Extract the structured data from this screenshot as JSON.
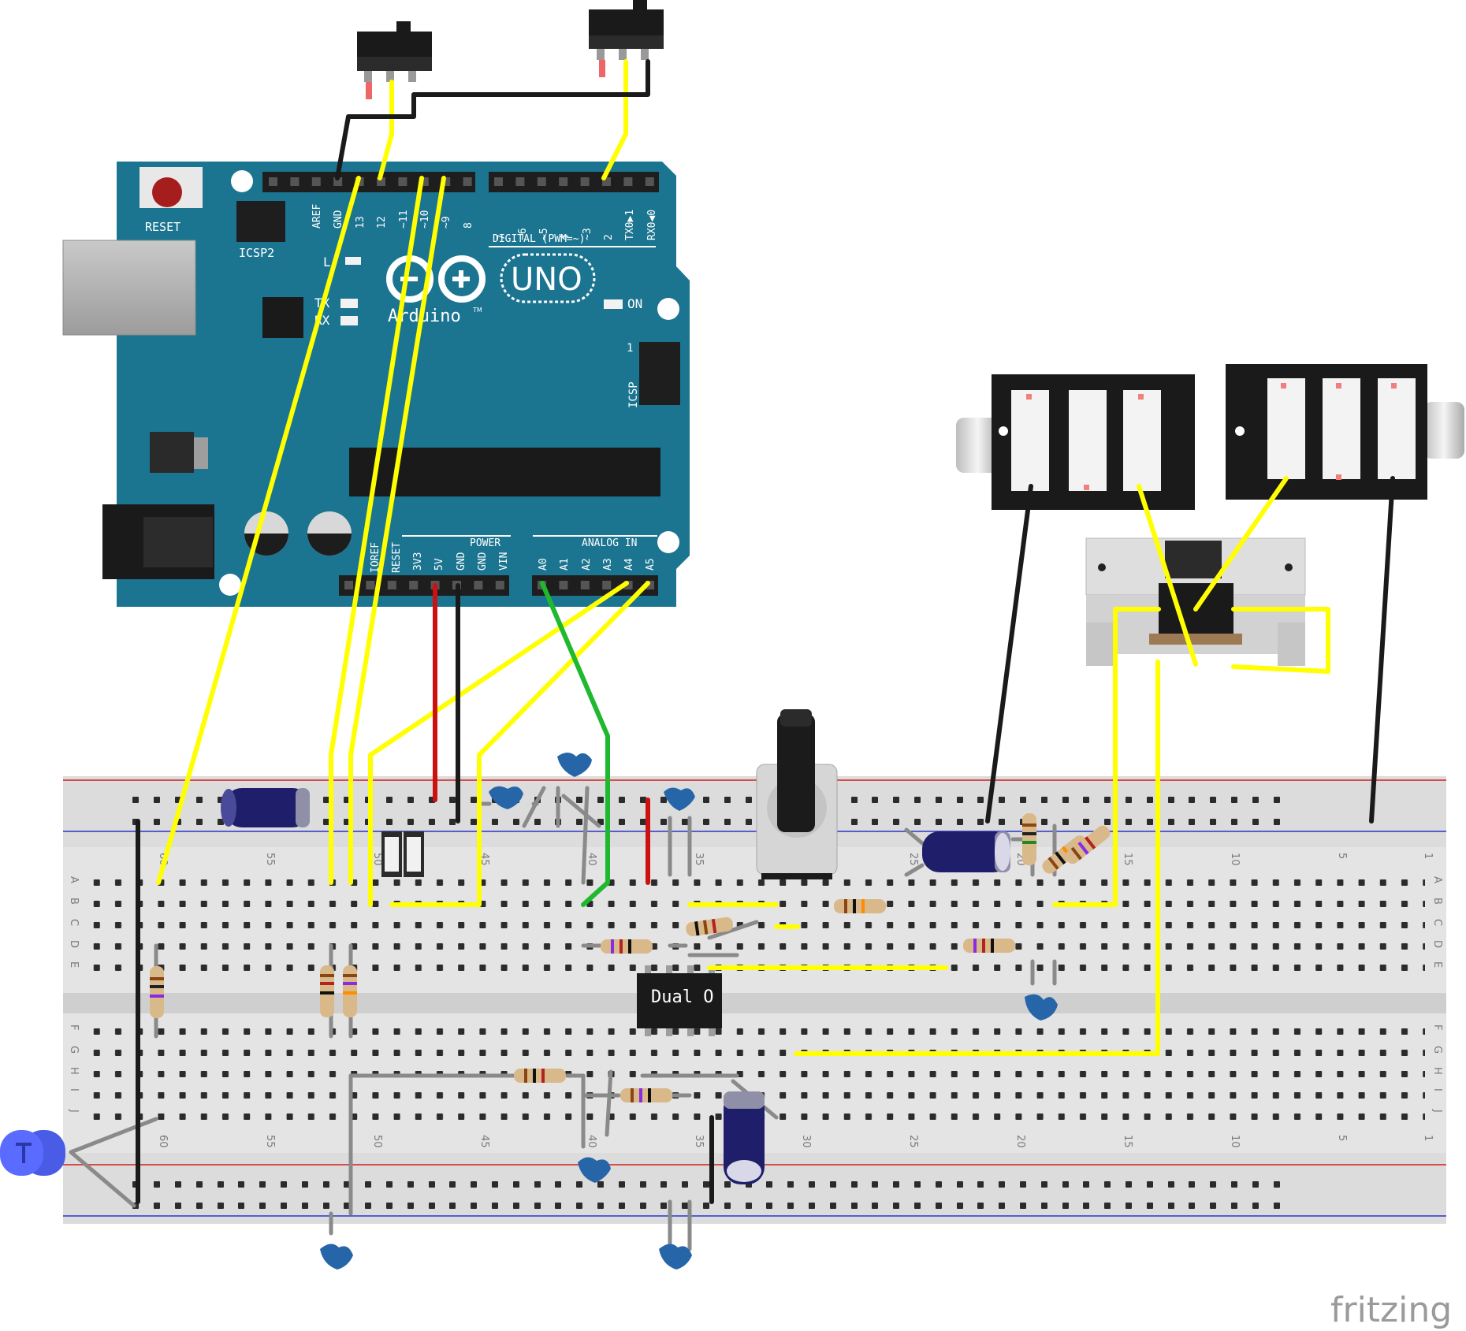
{
  "board": {
    "reset_label": "RESET",
    "icsp2_label": "ICSP2",
    "icsp_label": "ICSP",
    "icsp_pin1": "1",
    "digital_pins": [
      "AREF",
      "GND",
      "13",
      "12",
      "~11",
      "~10",
      "~9",
      "8",
      "7",
      "~6",
      "~5",
      "4",
      "~3",
      "2",
      "TX0▶1",
      "RX0◀0"
    ],
    "digital_label": "DIGITAL (PWM=~)",
    "led_l": "L",
    "led_tx": "TX",
    "led_rx": "RX",
    "on_label": "ON",
    "brand": "Arduino",
    "brand_tm": "TM",
    "model": "UNO",
    "power_label": "POWER",
    "power_pins": [
      "IOREF",
      "RESET",
      "3V3",
      "5V",
      "GND",
      "GND",
      "VIN"
    ],
    "analog_label": "ANALOG IN",
    "analog_pins": [
      "A0",
      "A1",
      "A2",
      "A3",
      "A4",
      "A5"
    ]
  },
  "breadboard": {
    "row_letters_top": [
      "A",
      "B",
      "C",
      "D",
      "E"
    ],
    "row_letters_bottom": [
      "F",
      "G",
      "H",
      "I",
      "J"
    ],
    "column_numbers": [
      "60",
      "55",
      "50",
      "45",
      "40",
      "35",
      "30",
      "25",
      "20",
      "15",
      "10",
      "5",
      "1"
    ]
  },
  "chip_label": "Dual O",
  "watermark": "fritzing",
  "colors": {
    "board": "#1b7591",
    "wire_yellow": "#ffff00",
    "wire_green": "#1fb82e",
    "wire_red": "#cc1111",
    "wire_black": "#1a1a1a",
    "capacitor_blue": "#2666a8",
    "electrolytic": "#1e1e6b"
  }
}
